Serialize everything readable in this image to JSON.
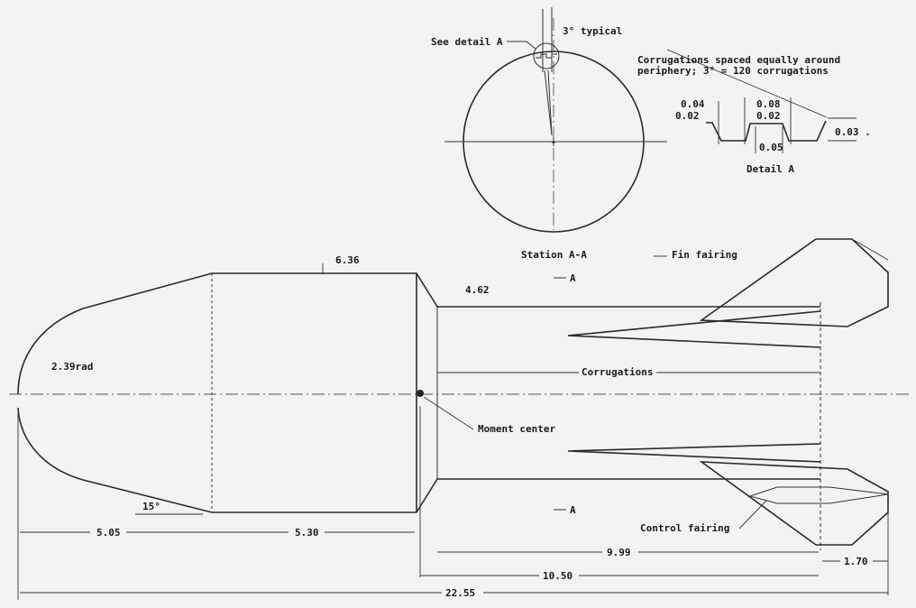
{
  "section": {
    "see_detail": "See detail A",
    "typical": "3° typical",
    "title": "Station A-A"
  },
  "detail": {
    "note_line1": "Corrugations spaced equally around",
    "note_line2": "periphery;   3° = 120 corrugations",
    "d004": "0.04",
    "d002a": "0.02",
    "d008": "0.08",
    "d002b": "0.02",
    "d005": "0.05",
    "d003": "0.03 .",
    "title": "Detail A"
  },
  "body": {
    "dia_body": "6.36",
    "dia_tail": "4.62",
    "nose_radius": "2.39rad",
    "angle": "15°",
    "fin_fairing": "Fin fairing",
    "corrugations": "Corrugations",
    "moment_center": "Moment center",
    "control_fairing": "Control fairing",
    "section_mark_top": "A",
    "section_mark_bottom": "A"
  },
  "dimensions": {
    "nose_len": "5.05",
    "body_len": "5.30",
    "corr_len": "9.99",
    "tail_len": "10.50",
    "fin_len": "1.70",
    "total_len": "22.55"
  }
}
